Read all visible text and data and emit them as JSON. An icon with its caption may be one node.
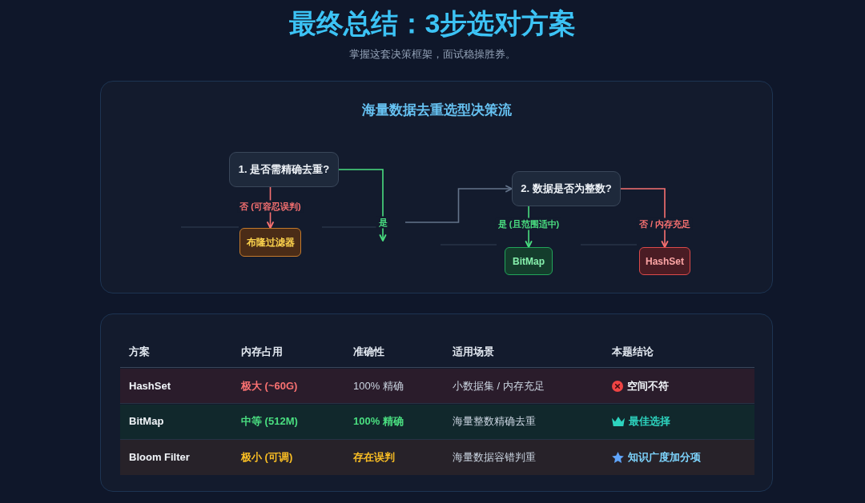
{
  "diagram": {
    "title": "最终总结：3步选对方案",
    "nodes": [
      {
        "text": [
          "海量数据去重选型决策流"
        ]
      },
      {
        "text": [
          "1. 是否需精确去重?"
        ],
        "in": 0
      },
      {
        "text": [
          "布隆过滤器"
        ],
        "in": 0
      },
      {
        "text": [
          "2. 数据是否为整数?"
        ],
        "in": 0
      },
      {
        "text": [
          "BitMap"
        ],
        "in": 0
      },
      {
        "text": [
          "HashSet"
        ],
        "in": 0
      }
    ],
    "edges": [
      {
        "from": 1,
        "to": 2,
        "arrow": "to",
        "label": "否 (可容忍误判)",
        "color": "#f87171"
      },
      {
        "from": 1,
        "to": null,
        "arrow": "to",
        "label": "是",
        "color": "#4ade80"
      },
      {
        "from": null,
        "to": 3,
        "arrow": "to",
        "color": "#64748b"
      },
      {
        "from": 3,
        "to": 4,
        "arrow": "to",
        "label": "是 (且范围适中)",
        "color": "#4ade80"
      },
      {
        "from": 3,
        "to": 5,
        "arrow": "to",
        "label": "否 / 内存充足",
        "color": "#f87171"
      }
    ],
    "labels": [
      "掌握这套决策框架，面试稳操胜券。",
      "方案",
      "内存占用",
      "准确性",
      "适用场景",
      "本题结论",
      "HashSet",
      "极大 (~60G)",
      "100% 精确",
      "小数据集 / 内存充足",
      "空间不符",
      "BitMap",
      "中等 (512M)",
      "100% 精确",
      "海量整数精确去重",
      "最佳选择",
      "Bloom Filter",
      "极小 (可调)",
      "存在误判",
      "海量数据容错判重",
      "知识广度加分项"
    ]
  }
}
